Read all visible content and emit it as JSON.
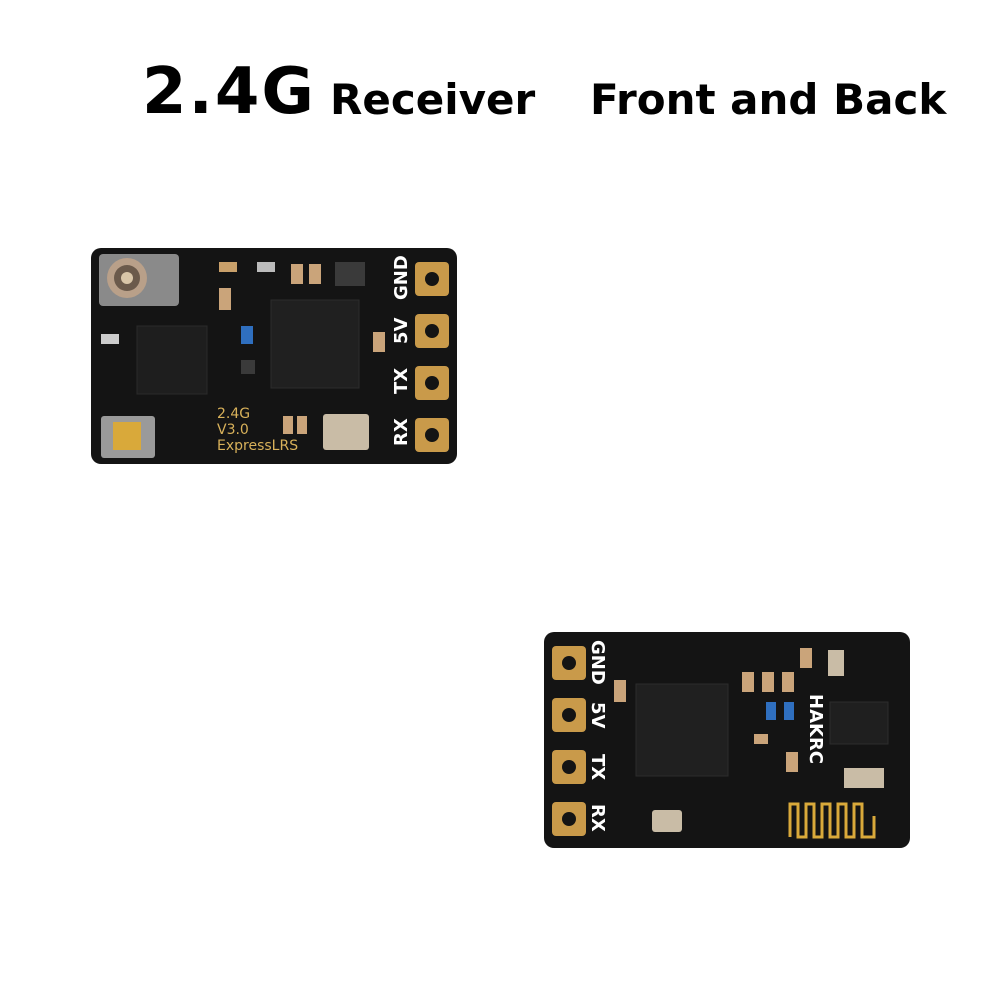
{
  "heading": {
    "main": "2.4G",
    "sub": "Receiver",
    "right": "Front and Back"
  },
  "front_board": {
    "pads": [
      "GND",
      "5V",
      "TX",
      "RX"
    ],
    "marking_lines": [
      "2.4G",
      "V3.0",
      "ExpressLRS"
    ]
  },
  "back_board": {
    "pads": [
      "GND",
      "5V",
      "TX",
      "RX"
    ],
    "brand": "HAKRC"
  },
  "colors": {
    "pcb": "#151515",
    "pad_gold": "#c99a4a",
    "silkscreen": "#ffffff",
    "ipex_gold": "#d9a93a",
    "blue_smd": "#2f6fbf"
  }
}
